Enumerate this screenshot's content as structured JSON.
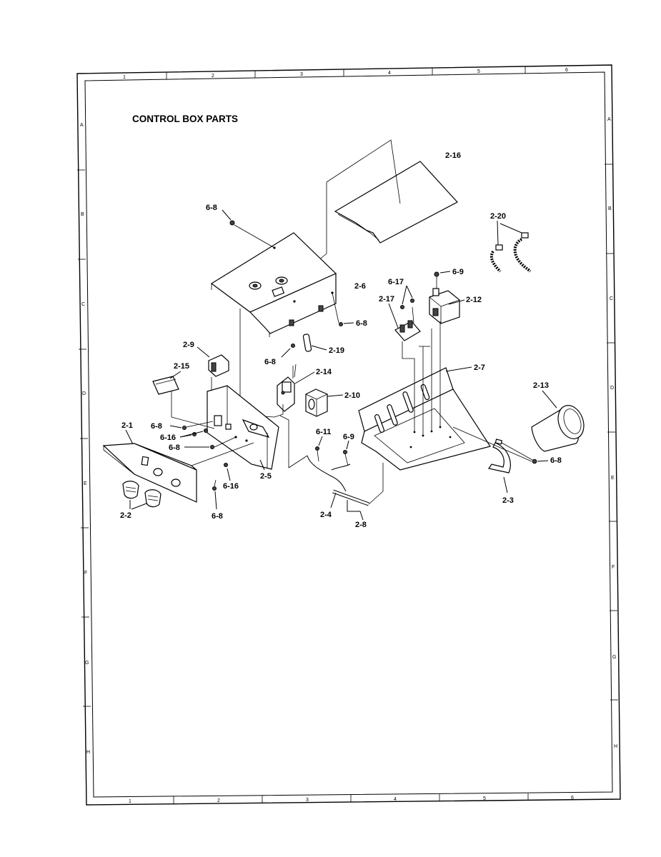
{
  "title": "CONTROL BOX PARTS",
  "grid": {
    "columns": [
      "1",
      "2",
      "3",
      "4",
      "5",
      "6"
    ],
    "rows": [
      "A",
      "B",
      "C",
      "D",
      "E",
      "F",
      "G",
      "H"
    ]
  },
  "callouts": {
    "p2_1": "2-1",
    "p2_2": "2-2",
    "p2_3": "2-3",
    "p2_4": "2-4",
    "p2_5": "2-5",
    "p2_6": "2-6",
    "p2_7": "2-7",
    "p2_8": "2-8",
    "p2_9": "2-9",
    "p2_10": "2-10",
    "p2_12": "2-12",
    "p2_13": "2-13",
    "p2_14": "2-14",
    "p2_15": "2-15",
    "p2_16": "2-16",
    "p2_17": "2-17",
    "p2_19": "2-19",
    "p2_20": "2-20",
    "p6_8": "6-8",
    "p6_9": "6-9",
    "p6_11": "6-11",
    "p6_16": "6-16",
    "p6_17": "6-17"
  }
}
